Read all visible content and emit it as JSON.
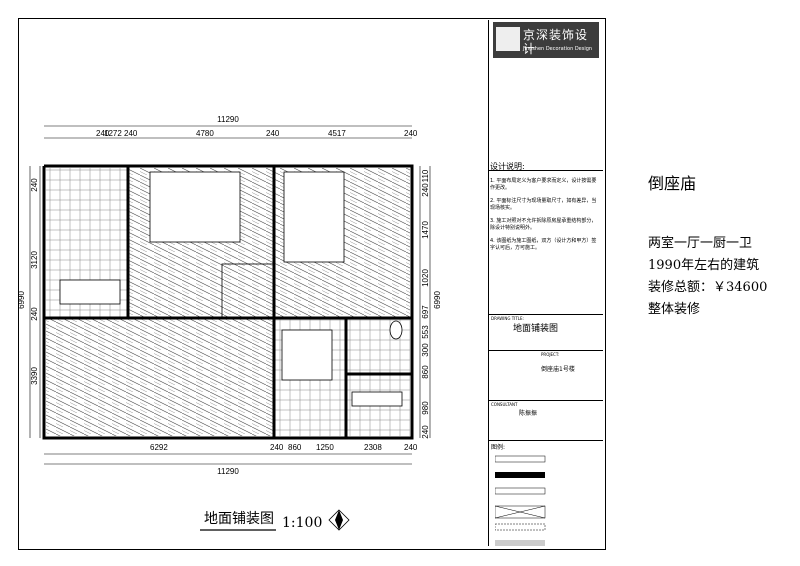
{
  "titleblock": {
    "company_cn": "京深装饰设计",
    "company_en": "Jingshen Decoration Design",
    "notes_title": "设计说明:",
    "notes": [
      "1. 平面布局定义为客户要求而定义，设计按需要作更改。",
      "2. 平面标注尺寸为现场量取尺寸，如有差异，当现场核实。",
      "3. 施工对照对不允许拆除原房屋承重结构部分，除设计特别说明外。",
      "4. 该图纸为施工图纸，双方（设计方和甲方）签字认可后，方可施工。"
    ],
    "drawing_title_label": "DRAWING TITLE:",
    "drawing_title": "地面铺装图",
    "project_label": "PROJECT:",
    "project": "倒座庙1号楼",
    "consultant_label": "CONSULTANT",
    "consultant": "陈振振",
    "legend_title": "图例:"
  },
  "plan": {
    "top_total": "11290",
    "top_dims": [
      "240",
      "1272",
      "240",
      "4780",
      "240",
      "4517",
      "240"
    ],
    "bottom_dims": [
      "6292",
      "240",
      "860",
      "1250",
      "2308",
      "240"
    ],
    "bottom_total": "11290",
    "left_total": "6990",
    "left_dims": [
      "240",
      "3120",
      "240",
      "3390"
    ],
    "right_total": "6990",
    "right_dims": [
      "110",
      "240",
      "1470",
      "1020",
      "697",
      "553",
      "300",
      "860",
      "980",
      "240"
    ],
    "caption": "地面铺装图",
    "scale": "1:100"
  },
  "description": {
    "place": "倒座庙",
    "line1": "两室一厅一厨一卫",
    "line2": "1990年左右的建筑",
    "line3": "装修总额：￥34600",
    "line4": "整体装修"
  }
}
